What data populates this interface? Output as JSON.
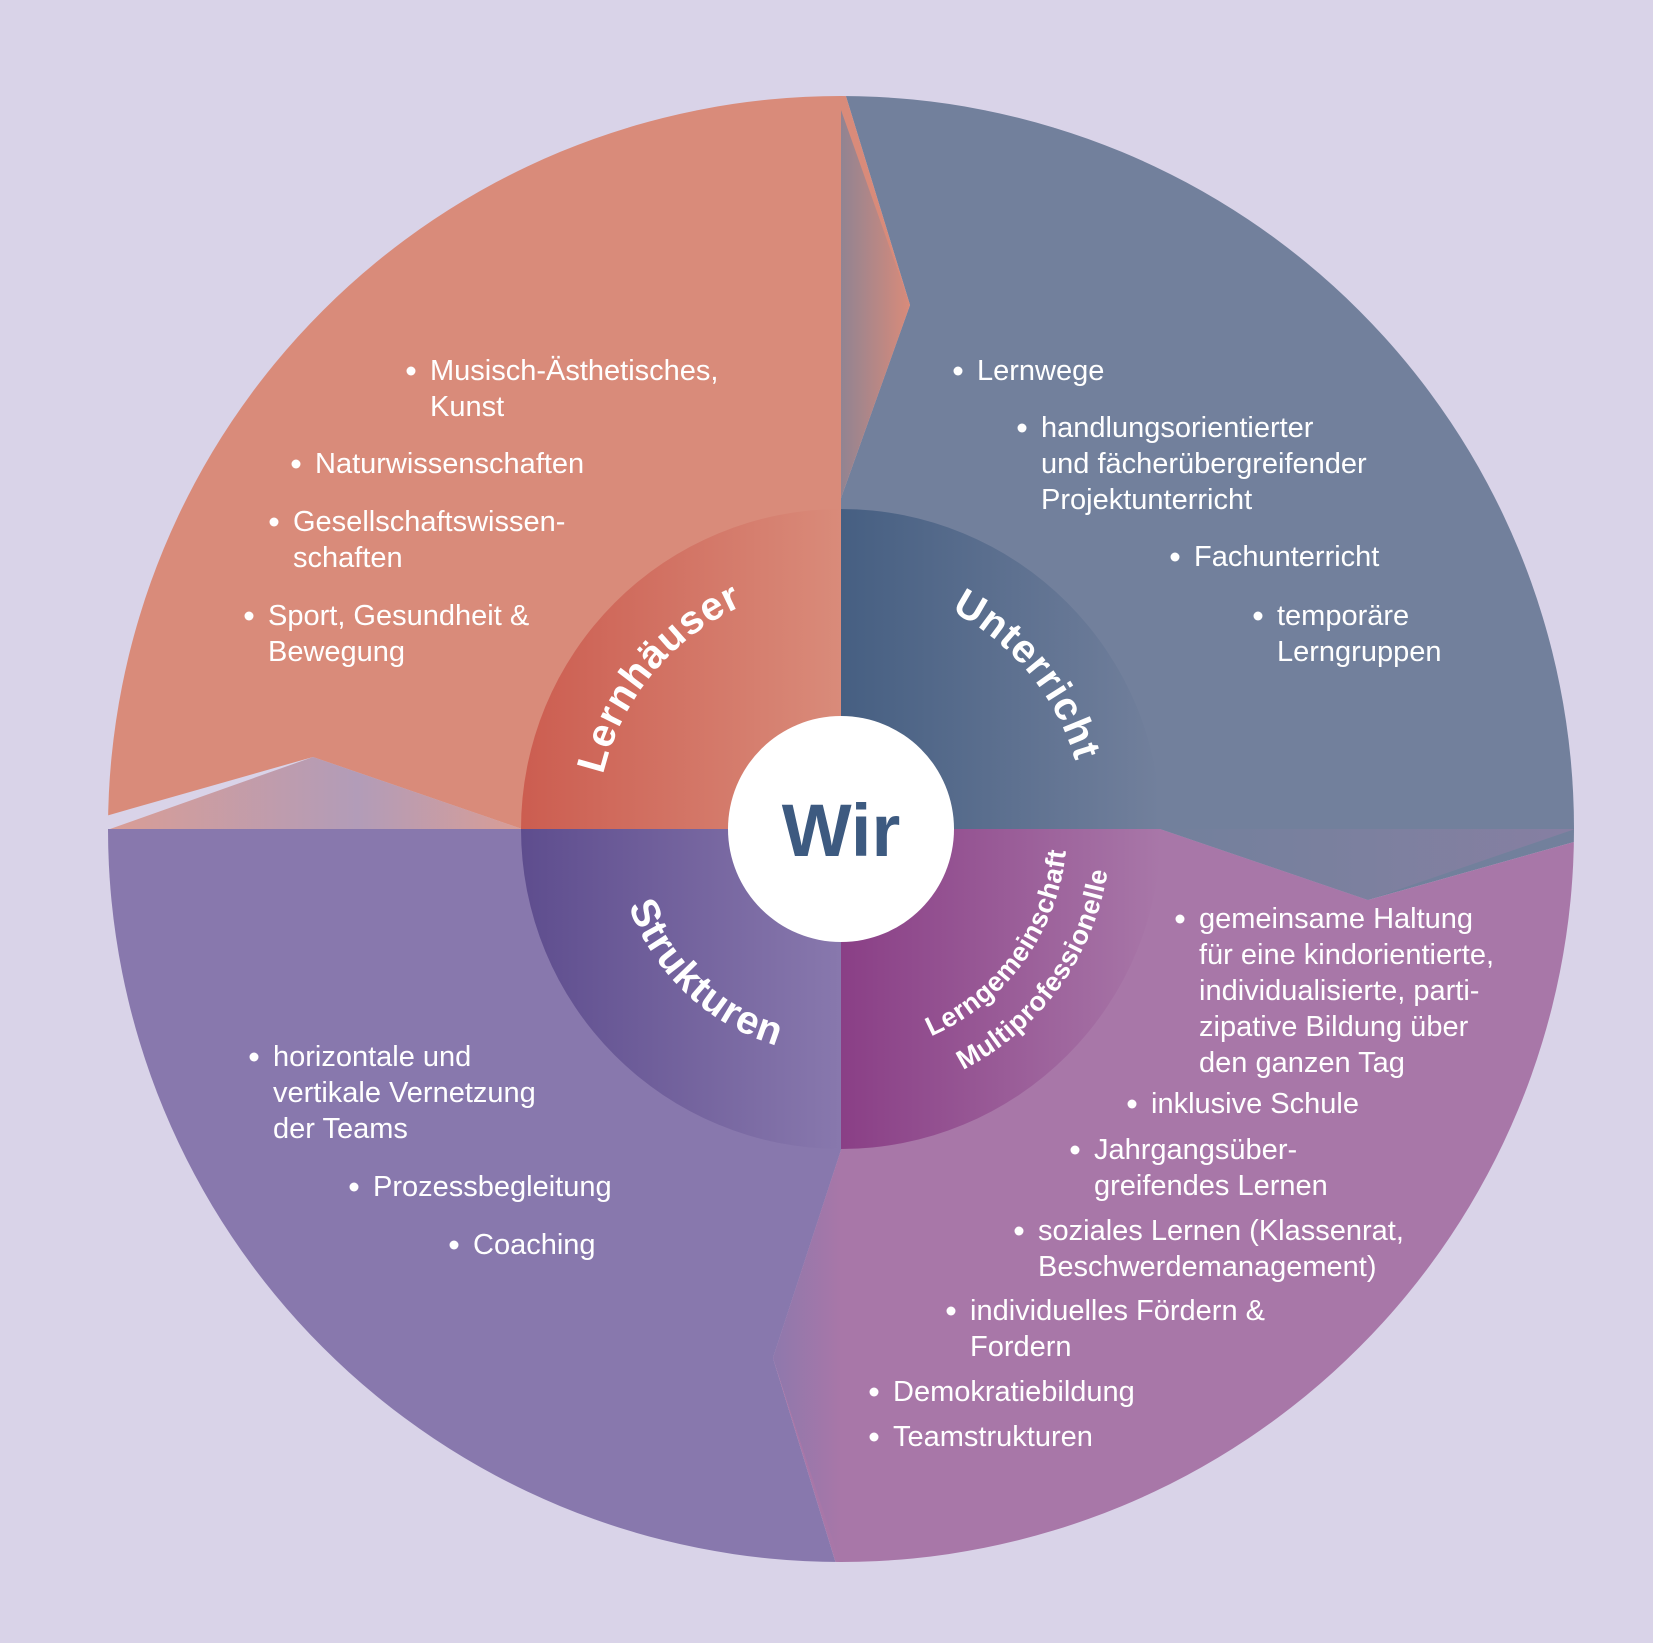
{
  "center": {
    "label": "Wir",
    "color": "#3d5a80"
  },
  "colors": {
    "background": "#d9d3e8",
    "lernhaeuser": "#d98b7a",
    "unterricht": "#72809c",
    "lerngemeinschaft": "#8878ad",
    "strukturen": "#a877a8"
  },
  "segments": {
    "lernhaeuser": {
      "title": "Lernhäuser",
      "items": [
        [
          "Musisch-Ästhetisches,",
          "Kunst"
        ],
        [
          "Naturwissenschaften"
        ],
        [
          "Gesellschaftswissen-",
          "schaften"
        ],
        [
          "Sport, Gesundheit &",
          "Bewegung"
        ]
      ]
    },
    "unterricht": {
      "title": "Unterricht",
      "items": [
        [
          "Lernwege"
        ],
        [
          "handlungsorientierter",
          "und fächerübergreifender",
          "Projektunterricht"
        ],
        [
          "Fachunterricht"
        ],
        [
          "temporäre",
          "Lerngruppen"
        ]
      ]
    },
    "lerngemeinschaft": {
      "title_line1": "Multiprofessionelle",
      "title_line2": "Lerngemeinschaft",
      "items": [
        [
          "horizontale und",
          "vertikale Vernetzung",
          "der Teams"
        ],
        [
          "Prozessbegleitung"
        ],
        [
          "Coaching"
        ]
      ]
    },
    "strukturen": {
      "title": "Strukturen",
      "items": [
        [
          "gemeinsame Haltung",
          "für eine kindorientierte,",
          "individualisierte, parti-",
          "zipative Bildung über",
          "den ganzen Tag"
        ],
        [
          "inklusive Schule"
        ],
        [
          "Jahrgangsüber-",
          "greifendes Lernen"
        ],
        [
          "soziales Lernen (Klassenrat,",
          "Beschwerdemanagement)"
        ],
        [
          "individuelles Fördern &",
          "Fordern"
        ],
        [
          "Demokratiebildung"
        ],
        [
          "Teamstrukturen"
        ]
      ]
    }
  }
}
